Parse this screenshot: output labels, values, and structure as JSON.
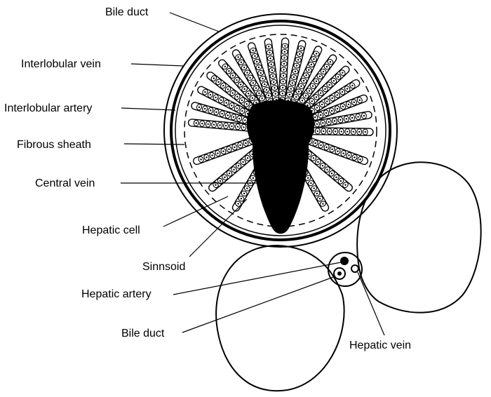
{
  "labels": {
    "bile_duct_top": "Bile duct",
    "interlobular_vein": "Interlobular vein",
    "interlobular_artery": "Interlobular artery",
    "fibrous_sheath": "Fibrous sheath",
    "central_vein": "Central vein",
    "hepatic_cell": "Hepatic cell",
    "sinusoid": "Sinnsoid",
    "hepatic_artery": "Hepatic artery",
    "bile_duct_bottom": "Bile duct",
    "hepatic_vein": "Hepatic vein"
  },
  "colors": {
    "ink": "#000000",
    "background": "#ffffff"
  }
}
